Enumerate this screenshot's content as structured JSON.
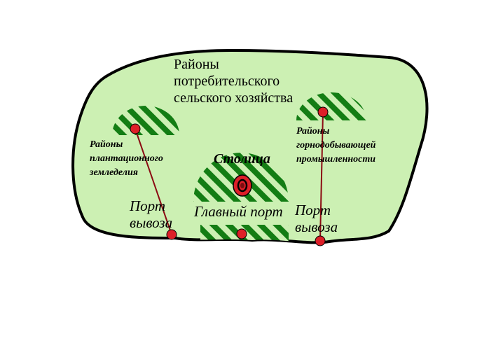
{
  "consumer_region": [
    "Районы",
    "потребительского",
    "сельского хозяйства"
  ],
  "plantation_region": [
    "Районы",
    "плантационного",
    "земледелия"
  ],
  "mining_region": [
    "Районы",
    "горнодобывающей",
    "промышленности"
  ],
  "capital": "Столица",
  "main_port": "Главный порт",
  "export_port_left": [
    "Порт",
    "вывоза"
  ],
  "export_port_right": [
    "Порт",
    "вывоза"
  ],
  "colors": {
    "land": "#ccf0b3",
    "hatch": "#137d14",
    "node": "#dd1f28",
    "route": "#8b0b13",
    "outline": "#000000"
  }
}
